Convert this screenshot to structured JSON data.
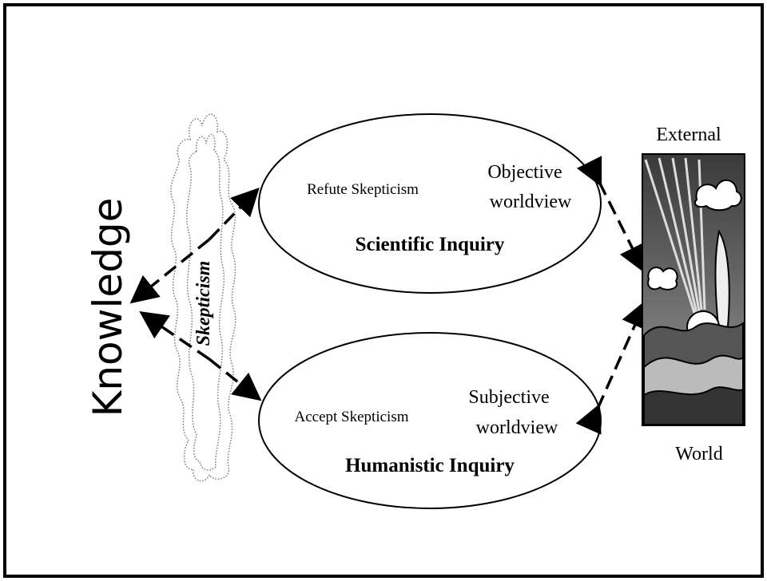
{
  "knowledge_label": "Knowledge",
  "skepticism_label": "Skepticism",
  "scientific": {
    "left_text": "Refute Skepticism",
    "right_line1": "Objective",
    "right_line2": "worldview",
    "title": "Scientific Inquiry"
  },
  "humanistic": {
    "left_text": "Accept Skepticism",
    "right_line1": "Subjective",
    "right_line2": "worldview",
    "title": "Humanistic Inquiry"
  },
  "external_world": {
    "top_label": "External",
    "bottom_label": "World"
  },
  "colors": {
    "border": "#000000",
    "cloud_stroke": "#777777"
  }
}
